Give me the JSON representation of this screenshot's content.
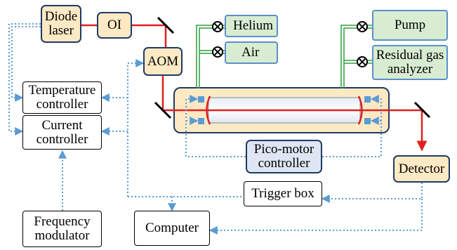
{
  "colors": {
    "laser_beam": "#e02020",
    "control_line": "#5b9bd5",
    "gas_line": "#2e9e3e",
    "component_fill": "#fde9c4",
    "gas_fill": "#d8ecd2",
    "controller_fill": "#dde6f2"
  },
  "components": {
    "diode_laser": "Diode laser",
    "optical_isolator": "OI",
    "aom": "AOM",
    "temperature_controller": "Temperature controller",
    "current_controller": "Current controller",
    "frequency_modulator": "Frequency modulator",
    "pico_motor_controller": "Pico-motor controller",
    "detector": "Detector",
    "trigger_box": "Trigger box",
    "computer": "Computer"
  },
  "gas_system": {
    "helium": "Helium",
    "air": "Air",
    "pump": "Pump",
    "residual_gas_analyzer": "Residual gas analyzer"
  },
  "icons": {
    "valve": "valve-icon",
    "mirror": "mirror-icon",
    "cavity": "optical-cavity-icon"
  }
}
